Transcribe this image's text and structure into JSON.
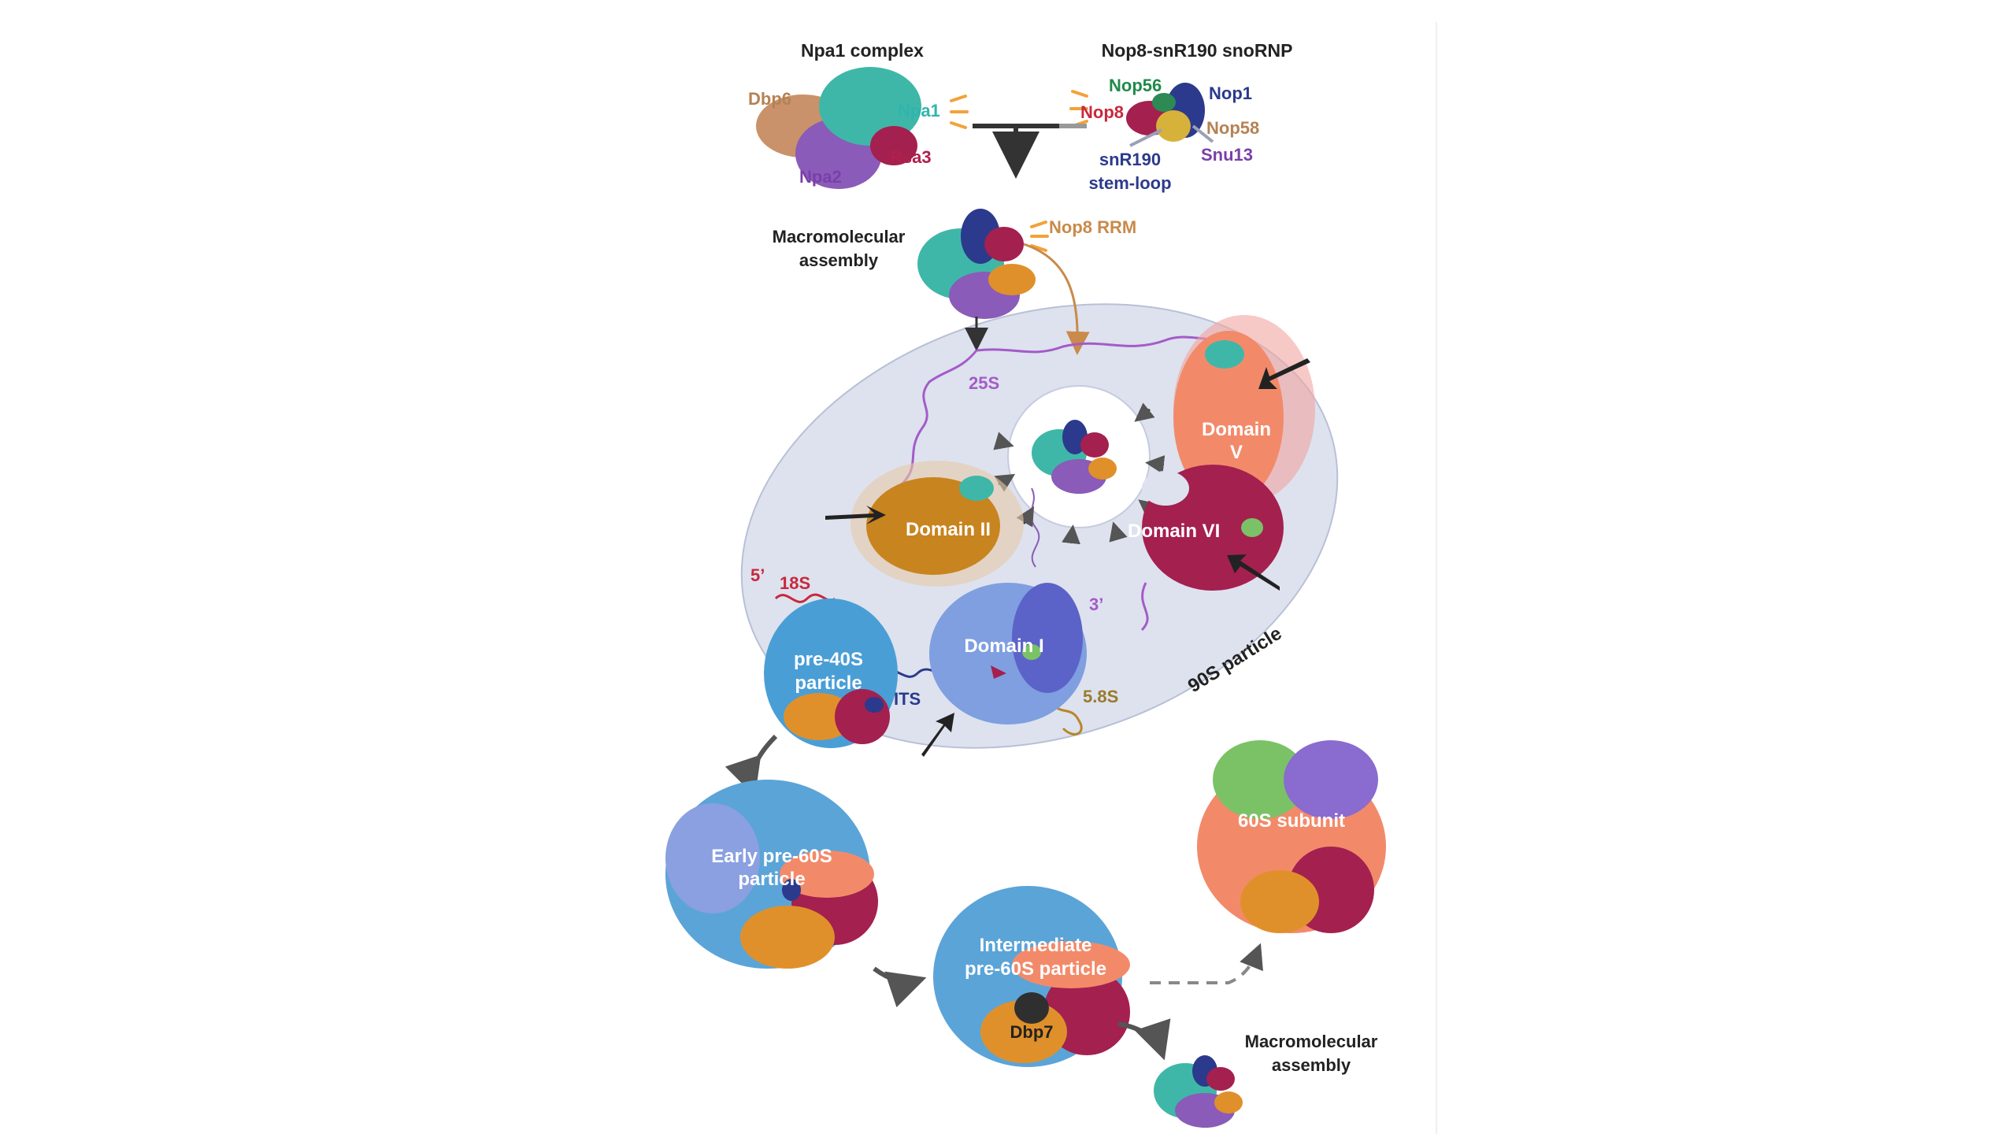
{
  "labels": {
    "npa1_complex": "Npa1 complex",
    "nop8_snornp": "Nop8-snR190 snoRNP",
    "dbp6": "Dbp6",
    "npa1": "Npa1",
    "npa2": "Npa2",
    "rsa3": "Rsa3",
    "nop56": "Nop56",
    "nop1": "Nop1",
    "nop8": "Nop8",
    "nop58": "Nop58",
    "snr190_line1": "snR190",
    "snr190_line2": "stem-loop",
    "snu13": "Snu13",
    "macro_line1": "Macromolecular",
    "macro_line2": "assembly",
    "nop8_rrm": "Nop8 RRM",
    "rna_25s": "25S",
    "domain_v_line1": "Domain",
    "domain_v_line2": "V",
    "domain_ii": "Domain II",
    "domain_vi": "Domain VI",
    "five_prime": "5’",
    "rna_18s": "18S",
    "three_prime": "3’",
    "pre40s_line1": "pre-40S",
    "pre40s_line2": "particle",
    "domain_i": "Domain I",
    "its": "ITS",
    "rna_58s": "5.8S",
    "particle_90s": "90S particle",
    "early_line1": "Early pre-60S",
    "early_line2": "particle",
    "intermediate_line1": "Intermediate",
    "intermediate_line2": "pre-60S particle",
    "dbp7": "Dbp7",
    "subunit_60s": "60S subunit",
    "macro2_line1": "Macromolecular",
    "macro2_line2": "assembly"
  },
  "colors": {
    "teal": "#3fb7a8",
    "purple": "#8a5bb8",
    "orange": "#e0902a",
    "crimson": "#a4204f",
    "salmon": "#f28a6a",
    "blue": "#5b7fd0",
    "navy": "#2b3a8c",
    "ellipse": "#dde2ee"
  }
}
